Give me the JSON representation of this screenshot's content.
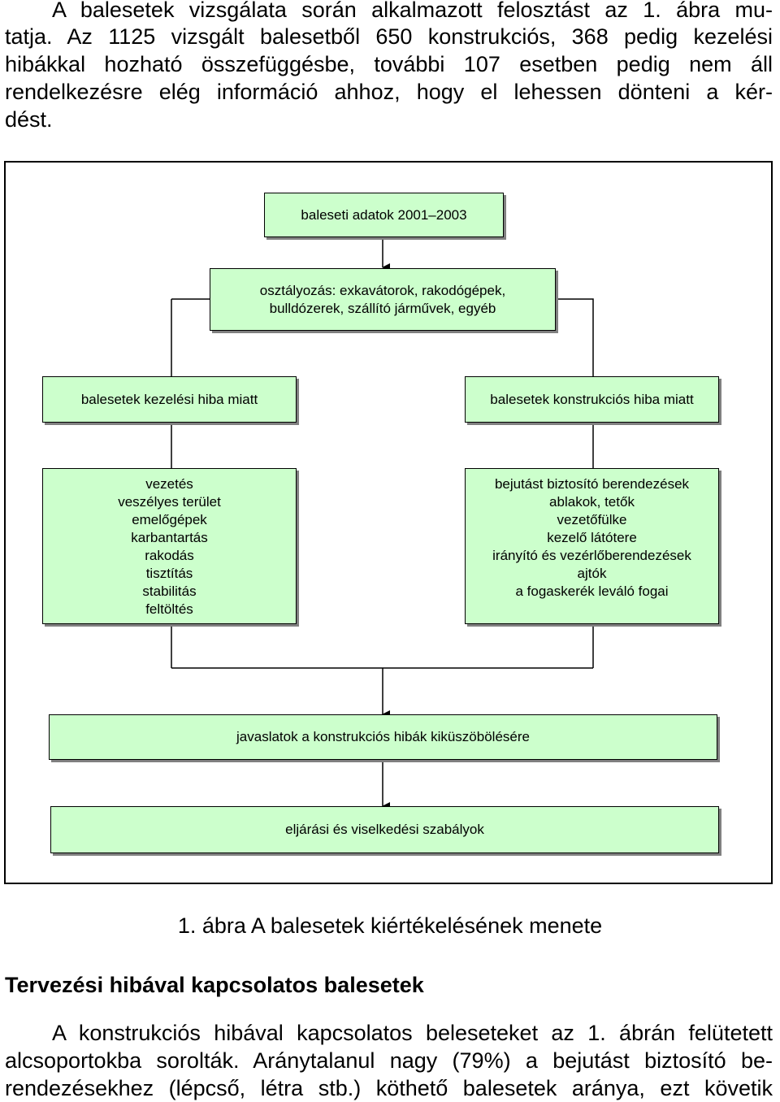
{
  "intro_paragraph": {
    "lines": [
      [
        "A balesetek vizsgálata során alkalmazott felosztást az 1. ábra mu-"
      ],
      [
        "tatja. Az 1125 vizsgált balesetből 650 konstrukciós, 368 pedig kezelési"
      ],
      [
        "hibákkal hozható összefüggésbe, további 107 esetben pedig nem áll"
      ],
      [
        "rendelkezésre elég információ ahhoz, hogy el lehessen dönteni a kér-"
      ],
      [
        "dést."
      ]
    ]
  },
  "flowchart": {
    "data_box": "baleseti adatok 2001–2003",
    "classification_box": "osztályozás: exkavátorok, rakodógépek,\nbulldózerek, szállító járművek, egyéb",
    "operational_box": "balesetek kezelési hiba miatt",
    "design_box": "balesetek konstrukciós hiba miatt",
    "operational_causes": [
      "vezetés",
      "veszélyes terület",
      "emelőgépek",
      "karbantartás",
      "rakodás",
      "tisztítás",
      "stabilitás",
      "feltöltés"
    ],
    "design_causes": [
      "bejutást biztosító berendezések",
      "ablakok, tetők",
      "vezetőfülke",
      "kezelő látótere",
      "irányító és vezérlőberendezések",
      "ajtók",
      "a fogaskerék leváló fogai"
    ],
    "proposals_box": "javaslatok a konstrukciós hibák kiküszöbölésére",
    "rules_box": "eljárási és viselkedési szabályok"
  },
  "caption": "1. ábra A balesetek kiértékelésének menete",
  "section_heading": "Tervezési hibával kapcsolatos balesetek",
  "body_paragraph": {
    "lines": [
      "A konstrukciós hibával kapcsolatos beleseteket az 1. ábrán felütetett",
      "alcsoportokba sorolták. Aránytalanul nagy (79%) a bejutást biztosító be-",
      "rendezésekhez (lépcső, létra stb.) köthető balesetek aránya, ezt követik"
    ]
  }
}
